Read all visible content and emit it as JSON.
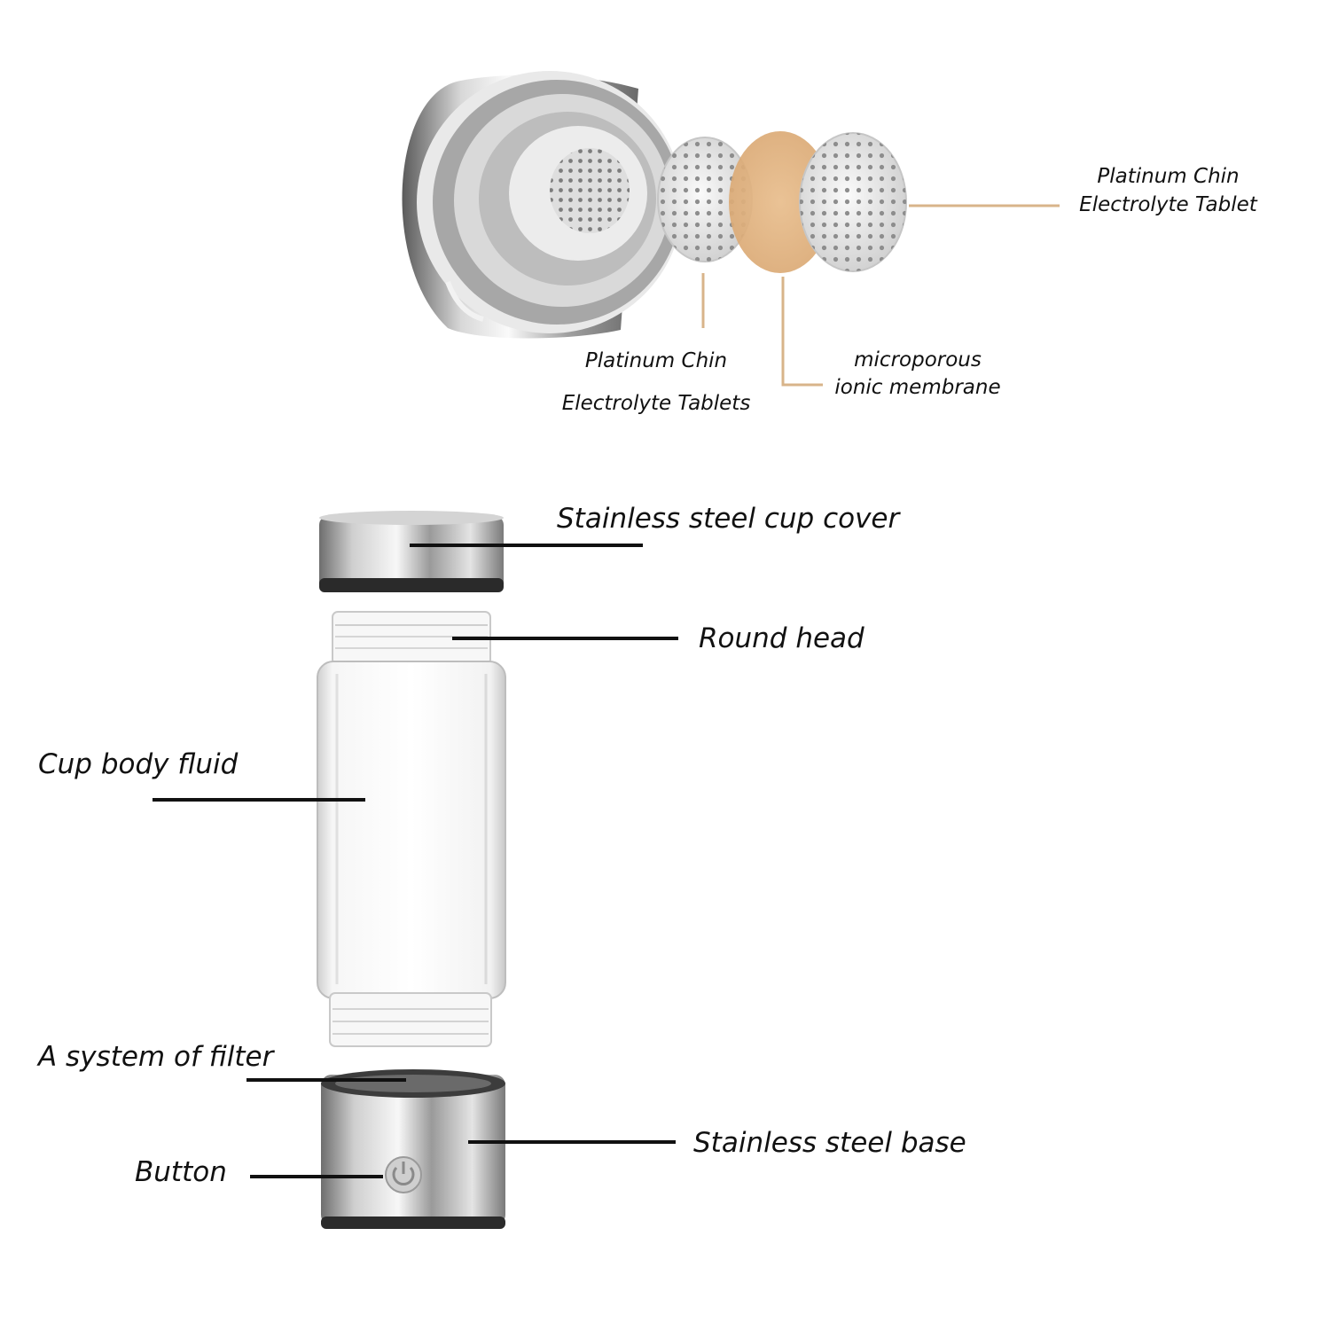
{
  "labels": {
    "top_right_line1": "Platinum Chin",
    "top_right_line2": "Electrolyte Tablet",
    "top_left_line1": "Platinum Chin",
    "top_left_line2": "Electrolyte Tablets",
    "membrane_line1": "microporous",
    "membrane_line2": "ionic membrane",
    "cup_cover": "Stainless steel  cup cover",
    "round_head": "Round head",
    "cup_body": "Cup body fluid",
    "filter": "A system of filter",
    "base": "Stainless steel base",
    "button": "Button"
  },
  "colors": {
    "steel": "#b8b8b8",
    "membrane": "#e2b584",
    "leader_tan": "#d8b48a",
    "leader_black": "#111111"
  }
}
